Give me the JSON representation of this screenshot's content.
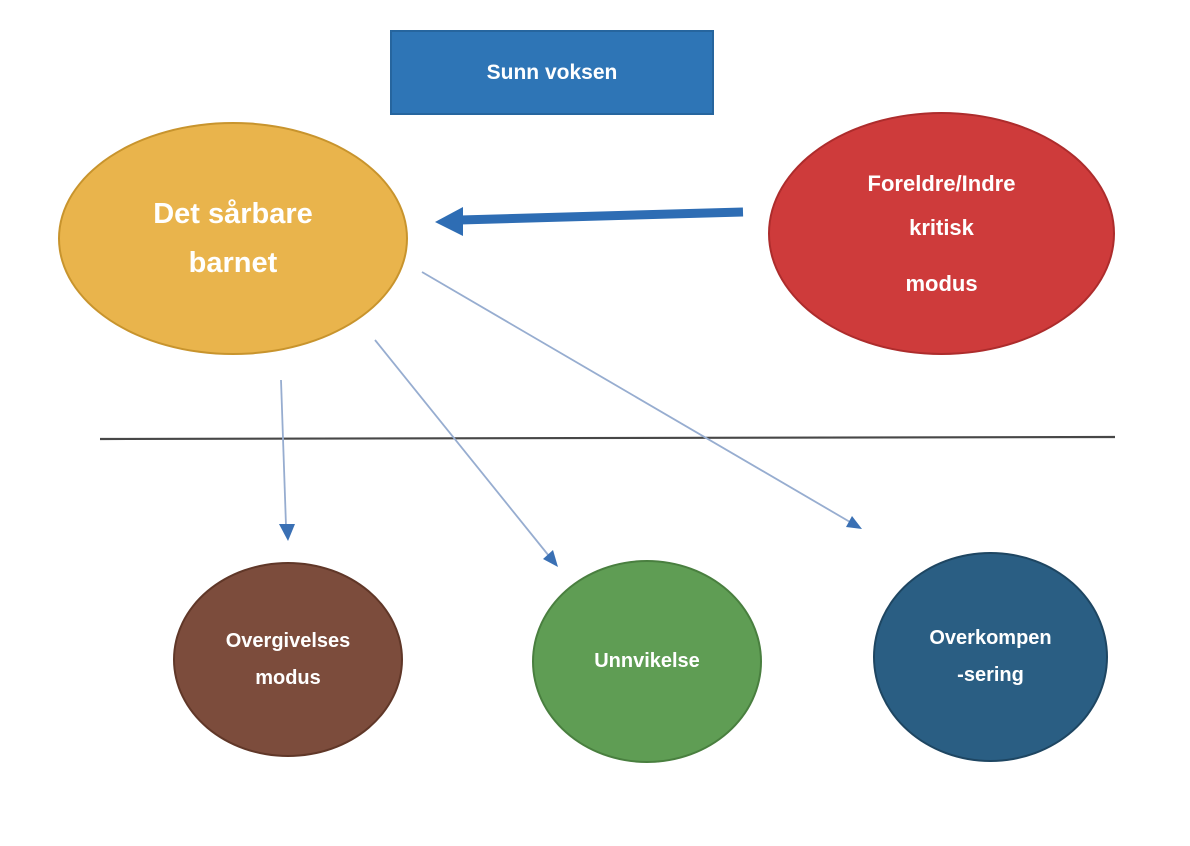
{
  "nodes": {
    "sunn_voksen": {
      "label": "Sunn voksen",
      "fill": "#2E75B6",
      "border": "#26659e"
    },
    "det_sarbare_barnet": {
      "line1": "Det sårbare",
      "line2": "barnet",
      "fill": "#E9B44C",
      "border": "#c8942d"
    },
    "foreldre_indre_kritisk_modus": {
      "line1": "Foreldre/Indre",
      "line2": "kritisk",
      "line3": "modus",
      "fill": "#CE3B3B",
      "border": "#ad2c2c"
    },
    "overgivelses_modus": {
      "line1": "Overgivelses",
      "line2": "modus",
      "fill": "#7C4C3C",
      "border": "#603728"
    },
    "unnvikelse": {
      "label": "Unnvikelse",
      "fill": "#5F9D54",
      "border": "#497f3f"
    },
    "overkompensering": {
      "line1": "Overkompen",
      "line2": "-sering",
      "fill": "#2A5E83",
      "border": "#1e4662"
    }
  },
  "connectors": {
    "thick_arrow_color": "#2E6DB4",
    "thin_arrow_line_color": "#97ADD0",
    "thin_arrow_head_color": "#3A70B4",
    "divider_color": "#474747"
  },
  "text_color": "#FFFFFF"
}
